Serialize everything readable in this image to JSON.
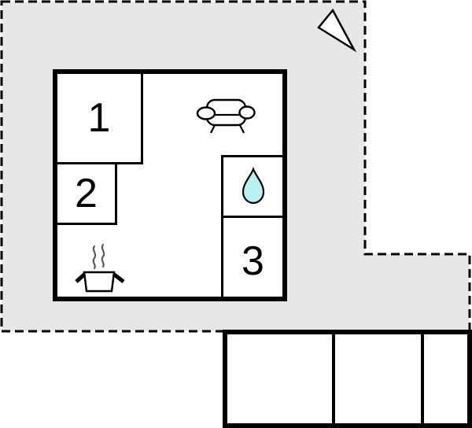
{
  "floorplan": {
    "rooms": [
      {
        "id": "room-1",
        "label": "1"
      },
      {
        "id": "room-2",
        "label": "2"
      },
      {
        "id": "room-3",
        "label": "3"
      }
    ],
    "icons": [
      {
        "name": "north-arrow-icon"
      },
      {
        "name": "sofa-icon"
      },
      {
        "name": "water-drop-icon"
      },
      {
        "name": "cooking-pot-icon"
      }
    ],
    "annex_sections": 3,
    "colors": {
      "terrace_fill": "#e7e7e7",
      "outline": "#000000",
      "room_fill": "#ffffff",
      "water_drop_fill": "#baf0f2",
      "steam": "#5a5a5a"
    }
  }
}
